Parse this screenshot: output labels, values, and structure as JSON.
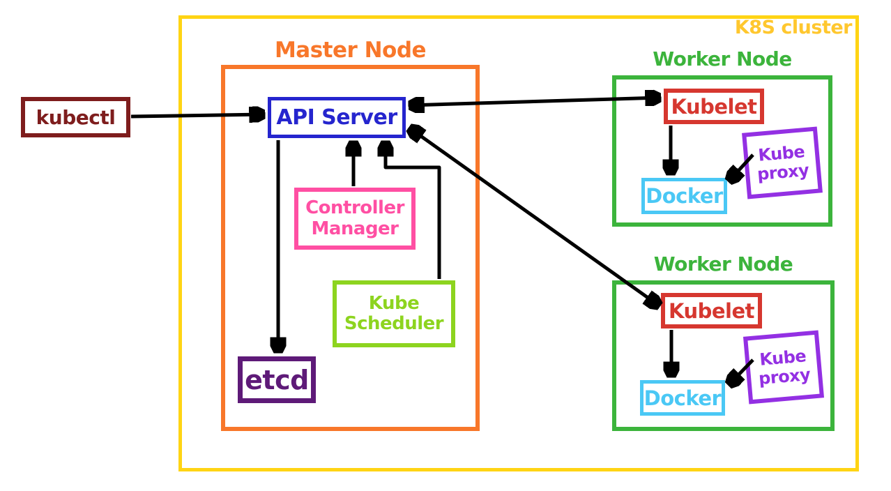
{
  "cluster": {
    "label": "K8S cluster",
    "border_color": "#FFD414",
    "label_color": "#FFC72E"
  },
  "kubectl": {
    "label": "kubectl",
    "color": "#7E1D1D"
  },
  "master_node": {
    "title": "Master Node",
    "color": "#F8772A",
    "api_server": {
      "label": "API Server",
      "color": "#2525CE"
    },
    "controller_manager": {
      "label": "Controller Manager",
      "color": "#FF4FA3"
    },
    "kube_scheduler": {
      "label": "Kube Scheduler",
      "color": "#8DD41F"
    },
    "etcd": {
      "label": "etcd",
      "color": "#5E1A78"
    }
  },
  "worker_nodes": [
    {
      "title": "Worker Node",
      "color": "#3CB43C",
      "kubelet": {
        "label": "Kubelet",
        "color": "#D6372F"
      },
      "kube_proxy": {
        "label": "Kube proxy",
        "color": "#9330E3"
      },
      "docker": {
        "label": "Docker",
        "color": "#4AC8F5"
      }
    },
    {
      "title": "Worker Node",
      "color": "#3CB43C",
      "kubelet": {
        "label": "Kubelet",
        "color": "#D6372F"
      },
      "kube_proxy": {
        "label": "Kube proxy",
        "color": "#9330E3"
      },
      "docker": {
        "label": "Docker",
        "color": "#4AC8F5"
      }
    }
  ],
  "edges": [
    {
      "from": "kubectl",
      "to": "API Server",
      "bidirectional": false
    },
    {
      "from": "API Server",
      "to": "Kubelet (Worker Node 1)",
      "bidirectional": true
    },
    {
      "from": "API Server",
      "to": "Kubelet (Worker Node 2)",
      "bidirectional": true
    },
    {
      "from": "API Server",
      "to": "etcd",
      "bidirectional": false
    },
    {
      "from": "Controller Manager",
      "to": "API Server",
      "bidirectional": false
    },
    {
      "from": "Kube Scheduler",
      "to": "API Server",
      "bidirectional": false
    },
    {
      "from": "Kubelet (Worker Node 1)",
      "to": "Docker (Worker Node 1)",
      "bidirectional": false
    },
    {
      "from": "Kube proxy (Worker Node 1)",
      "to": "Docker (Worker Node 1)",
      "bidirectional": false
    },
    {
      "from": "Kubelet (Worker Node 2)",
      "to": "Docker (Worker Node 2)",
      "bidirectional": false
    },
    {
      "from": "Kube proxy (Worker Node 2)",
      "to": "Docker (Worker Node 2)",
      "bidirectional": false
    }
  ]
}
